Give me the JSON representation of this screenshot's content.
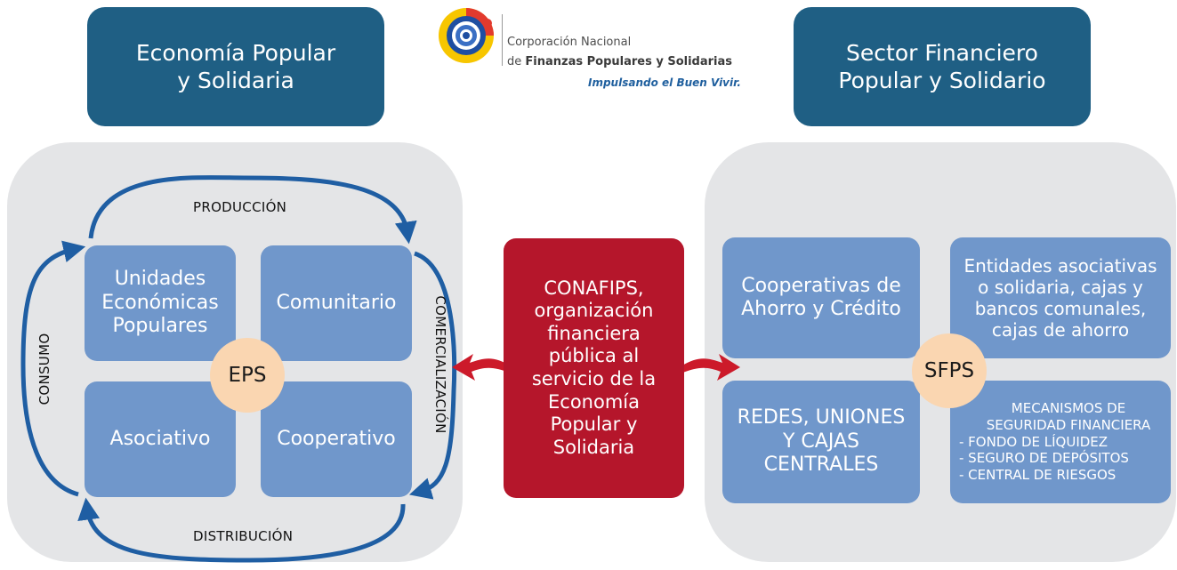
{
  "header_left": "Economía Popular\ny Solidaria",
  "header_right": "Sector Financiero\nPopular y Solidario",
  "logo": {
    "line1": "Corporación Nacional",
    "line2_prefix": "de ",
    "line2_bold": "Finanzas Populares y Solidarias",
    "slogan": "Impulsando el Buen Vivir."
  },
  "eps": {
    "center": "EPS",
    "tiles": {
      "top_left": "Unidades\nEconómicas\nPopulares",
      "top_right": "Comunitario",
      "bottom_left": "Asociativo",
      "bottom_right": "Cooperativo"
    },
    "cycle": {
      "top": "PRODUCCIÓN",
      "right": "COMERCIALIZACIÓN",
      "bottom": "DISTRIBUCIÓN",
      "left": "CONSUMO"
    }
  },
  "center": "CONAFIPS,\norganización\nfinanciera\npública al\nservicio de la\nEconomía\nPopular y\nSolidaria",
  "sfps": {
    "center": "SFPS",
    "tiles": {
      "top_left": "Cooperativas de\nAhorro y Crédito",
      "top_right": "Entidades asociativas\no solidaria, cajas y\nbancos comunales,\ncajas de ahorro",
      "bottom_left": "REDES, UNIONES\nY CAJAS\nCENTRALES",
      "bottom_right_title": "MECANISMOS DE\nSEGURIDAD FINANCIERA",
      "bottom_right_items": "- FONDO DE LÍQUIDEZ\n- SEGURO DE DEPÓSITOS\n- CENTRAL DE RIESGOS"
    }
  },
  "colors": {
    "header": "#1f5f84",
    "panel": "#e4e5e7",
    "tile": "#7097cb",
    "circle": "#fad6b1",
    "center_box": "#b5162b",
    "cycle_arrow": "#1f5ea3",
    "red_arrow": "#cc1a2a"
  }
}
